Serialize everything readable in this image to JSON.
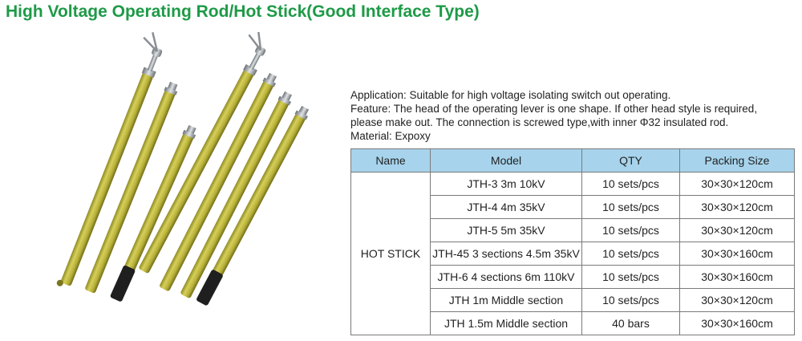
{
  "title": "High Voltage Operating Rod/Hot Stick(Good Interface Type)",
  "description": {
    "application": "Application: Suitable for high voltage isolating switch out operating.",
    "feature_line1": "Feature: The head of the operating lever is one shape. If other head style is required,",
    "feature_line2": "please make out. The connection is screwed type,with inner Φ32 insulated rod.",
    "material": "Material: Expoxy"
  },
  "table": {
    "headers": [
      "Name",
      "Model",
      "QTY",
      "Packing Size"
    ],
    "name": "HOT STICK",
    "rows": [
      {
        "model": "JTH-3 3m 10kV",
        "qty": "10 sets/pcs",
        "packing": "30×30×120cm"
      },
      {
        "model": "JTH-4 4m 35kV",
        "qty": "10 sets/pcs",
        "packing": "30×30×120cm"
      },
      {
        "model": "JTH-5 5m 35kV",
        "qty": "10 sets/pcs",
        "packing": "30×30×120cm"
      },
      {
        "model": "JTH-45 3 sections 4.5m 35kV",
        "qty": "10 sets/pcs",
        "packing": "30×30×160cm"
      },
      {
        "model": "JTH-6 4 sections 6m 110kV",
        "qty": "10 sets/pcs",
        "packing": "30×30×160cm"
      },
      {
        "model": "JTH 1m Middle section",
        "qty": "10 sets/pcs",
        "packing": "30×30×120cm"
      },
      {
        "model": "JTH 1.5m Middle section",
        "qty": "40 bars",
        "packing": "30×30×160cm"
      }
    ]
  },
  "colors": {
    "title": "#1e9a47",
    "header_bg": "#a7d4ec",
    "rod": "#b9b33a",
    "grip": "#1f1f1f",
    "metal": "#9a9fa4"
  }
}
